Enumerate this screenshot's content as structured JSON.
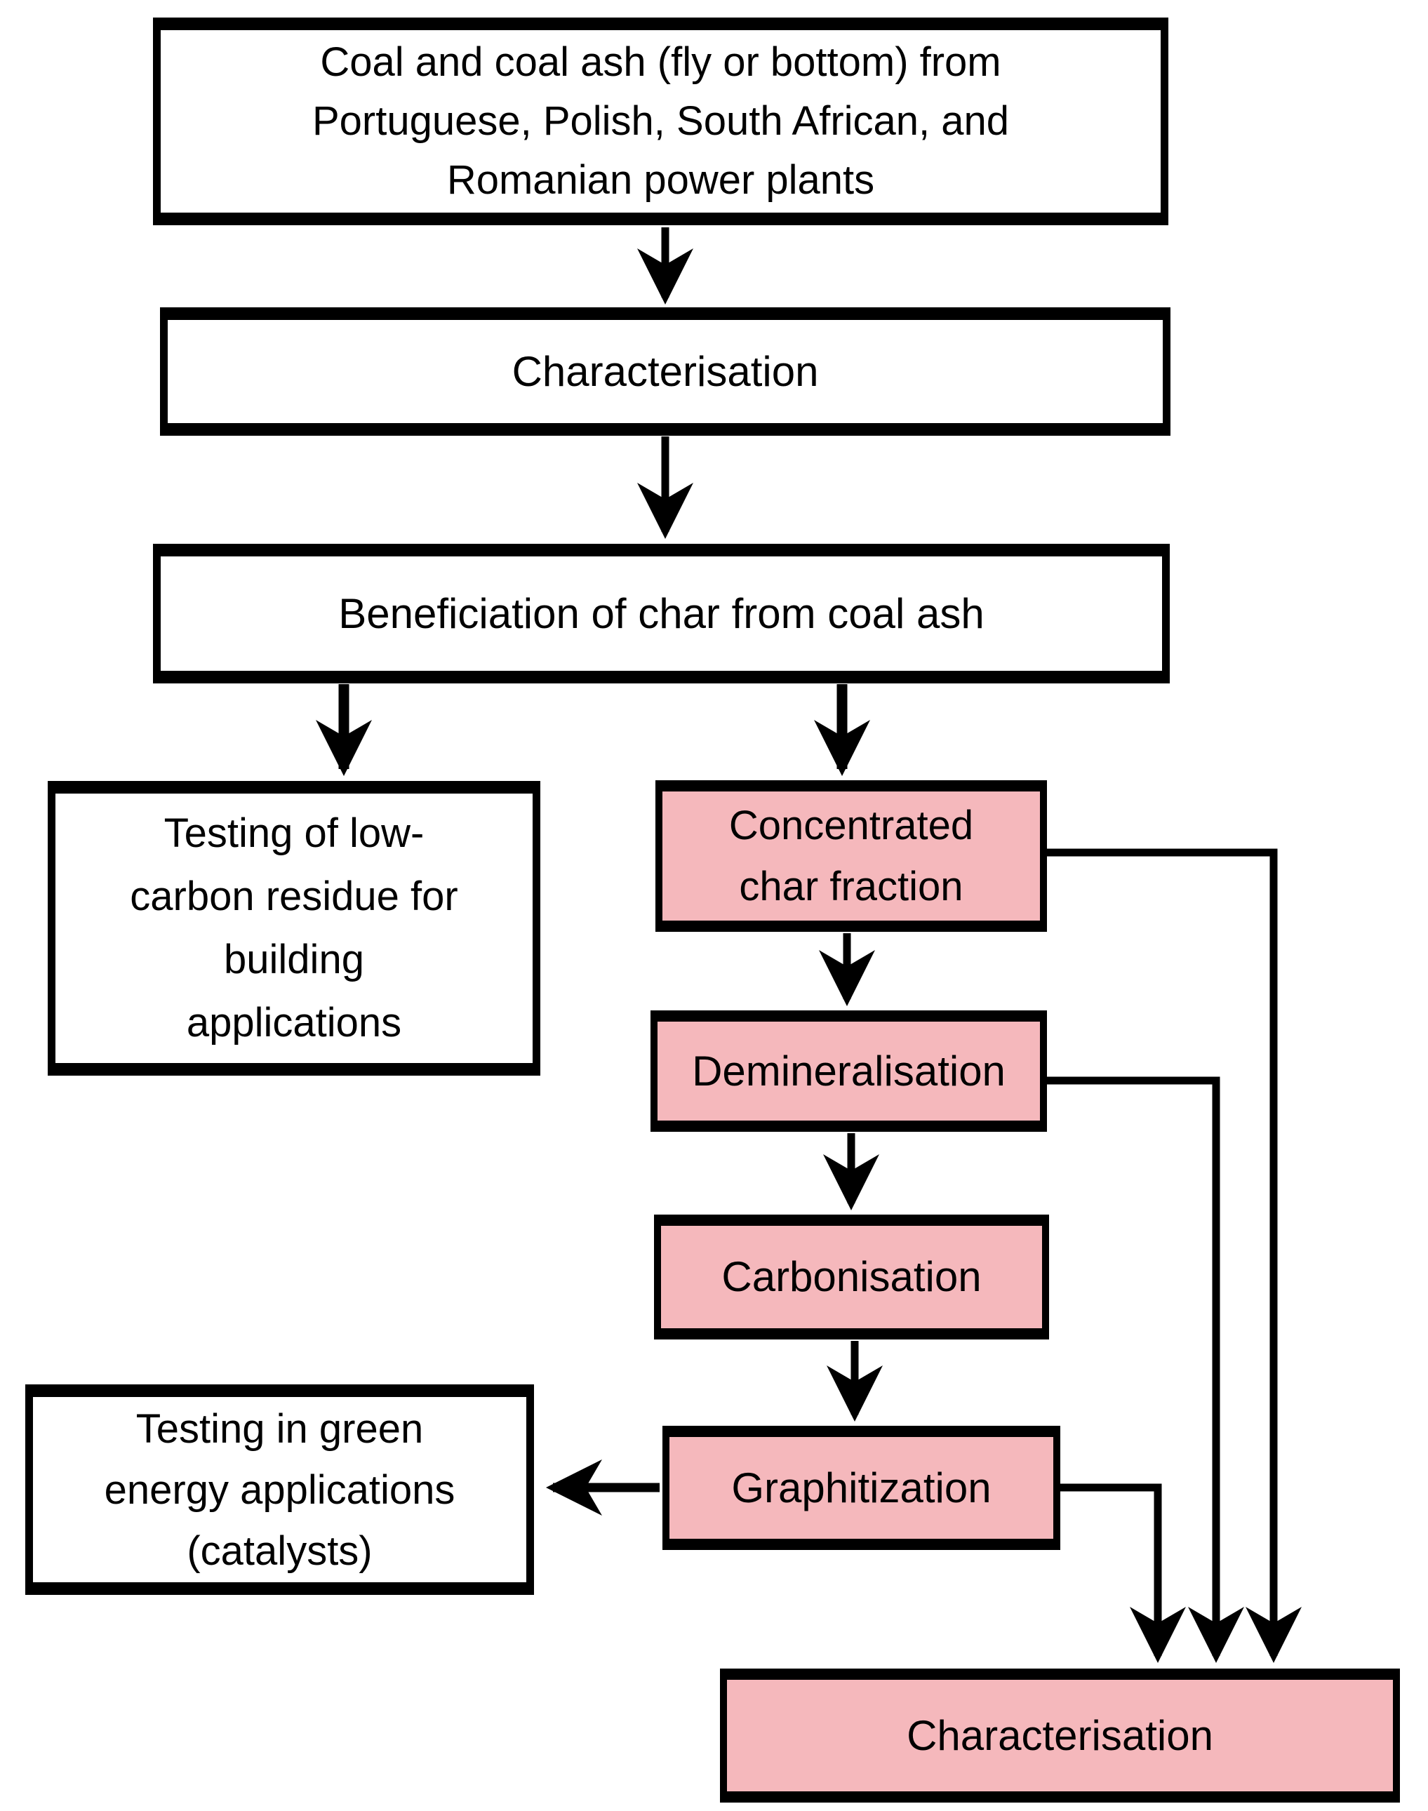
{
  "colors": {
    "pink": "#F5B8BC",
    "white": "#FFFFFF",
    "line": "#000000"
  },
  "flowchart": {
    "source": {
      "label": "Coal and coal ash (fly or bottom) from\nPortuguese, Polish, South African, and\nRomanian power plants"
    },
    "characterisation_top": {
      "label": "Characterisation"
    },
    "beneficiation": {
      "label": "Beneficiation of char from coal ash"
    },
    "testing_building": {
      "label": "Testing of low-\ncarbon residue for\nbuilding\napplications"
    },
    "concentrated_char": {
      "label": "Concentrated\nchar fraction"
    },
    "demineralisation": {
      "label": "Demineralisation"
    },
    "carbonisation": {
      "label": "Carbonisation"
    },
    "graphitization": {
      "label": "Graphitization"
    },
    "testing_green": {
      "label": "Testing in green\nenergy applications\n(catalysts)"
    },
    "characterisation_bottom": {
      "label": "Characterisation"
    }
  }
}
